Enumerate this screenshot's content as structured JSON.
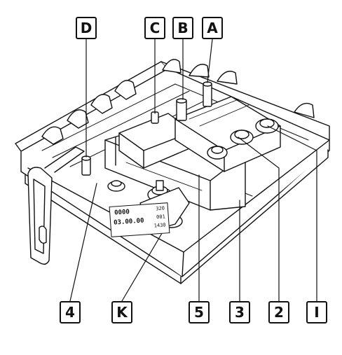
{
  "figure": {
    "callouts": {
      "D": "D",
      "C": "C",
      "B": "B",
      "A": "A",
      "n4": "4",
      "K": "K",
      "n5": "5",
      "n3": "3",
      "n2": "2",
      "I": "I"
    },
    "label_plate": {
      "line1": "0000",
      "line2": "03.00.00",
      "r1": "320",
      "r2": "001",
      "r3": "1430"
    },
    "colors": {
      "ink": "#111111",
      "paper": "#ffffff"
    }
  }
}
